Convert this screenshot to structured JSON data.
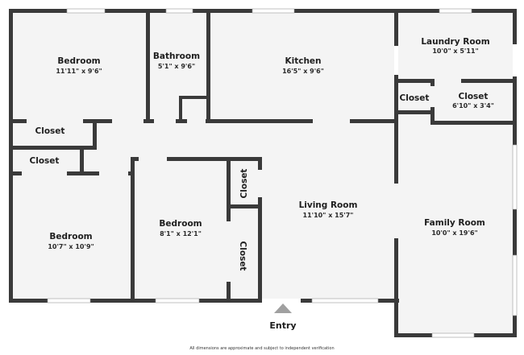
{
  "floorplan": {
    "rooms": [
      {
        "id": "bedroom-1",
        "name": "Bedroom",
        "dims": "11'11\" x 9'6\""
      },
      {
        "id": "bathroom",
        "name": "Bathroom",
        "dims": "5'1\" x 9'6\""
      },
      {
        "id": "kitchen",
        "name": "Kitchen",
        "dims": "16'5\" x 9'6\""
      },
      {
        "id": "laundry-room",
        "name": "Laundry Room",
        "dims": "10'0\" x 5'11\""
      },
      {
        "id": "closet-laundry-small",
        "name": "Closet",
        "dims": ""
      },
      {
        "id": "closet-laundry-large",
        "name": "Closet",
        "dims": "6'10\" x 3'4\""
      },
      {
        "id": "closet-hall-1",
        "name": "Closet",
        "dims": ""
      },
      {
        "id": "closet-hall-2",
        "name": "Closet",
        "dims": ""
      },
      {
        "id": "bedroom-2",
        "name": "Bedroom",
        "dims": "10'7\" x 10'9\""
      },
      {
        "id": "bedroom-3",
        "name": "Bedroom",
        "dims": "8'1\" x 12'1\""
      },
      {
        "id": "closet-bedroom3-top",
        "name": "Closet",
        "dims": ""
      },
      {
        "id": "closet-bedroom3-bottom",
        "name": "Closet",
        "dims": ""
      },
      {
        "id": "living-room",
        "name": "Living Room",
        "dims": "11'10\" x 15'7\""
      },
      {
        "id": "family-room",
        "name": "Family Room",
        "dims": "10'0\" x 19'6\""
      }
    ],
    "entry_label": "Entry",
    "disclaimer": "All dimensions are approximate and subject to independent verification",
    "colors": {
      "wall": "#3a3a3a",
      "floor": "#f4f4f4",
      "entry_marker": "#a0a0a0"
    }
  }
}
